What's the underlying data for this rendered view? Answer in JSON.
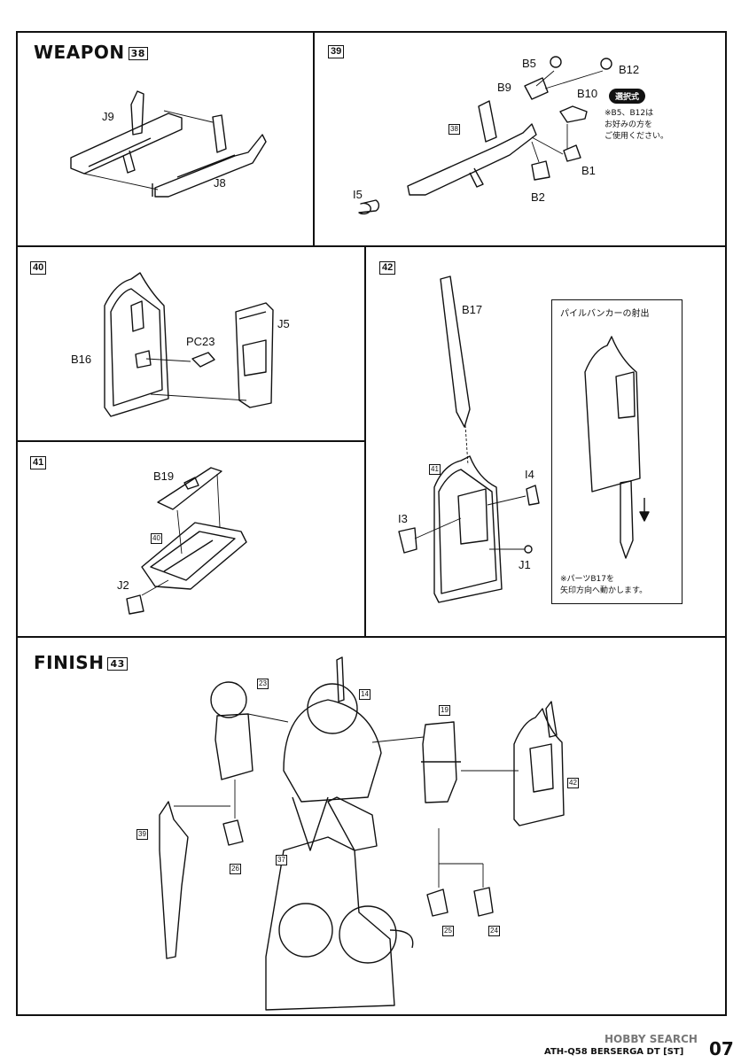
{
  "sections": {
    "weapon_title": "WEAPON",
    "finish_title": "FINISH"
  },
  "steps": {
    "s38": "38",
    "s39": "39",
    "s40": "40",
    "s41": "41",
    "s42": "42",
    "s43": "43",
    "s14": "14",
    "s19": "19",
    "s23": "23",
    "s24": "24",
    "s25": "25",
    "s26": "26",
    "s37": "37"
  },
  "labels": {
    "J9": "J9",
    "J8": "J8",
    "B5": "B5",
    "B12": "B12",
    "B9": "B9",
    "B10": "B10",
    "B1": "B1",
    "B2": "B2",
    "I5": "I5",
    "B16": "B16",
    "PC23": "PC23",
    "J5": "J5",
    "B19": "B19",
    "J2": "J2",
    "B17": "B17",
    "I4": "I4",
    "I3": "I3",
    "J1": "J1"
  },
  "notes": {
    "select_badge": "選択式",
    "select_note_1": "※B5、B12は",
    "select_note_2": "お好みの方を",
    "select_note_3": "ご使用ください。",
    "pile_title": "パイルバンカーの射出",
    "pile_note_1": "※パーツB17を",
    "pile_note_2": "矢印方向へ動かします。"
  },
  "footer": {
    "model": "ATH-Q58 BERSERGA DT [ST]",
    "page": "07",
    "watermark": "HOBBY SEARCH"
  }
}
